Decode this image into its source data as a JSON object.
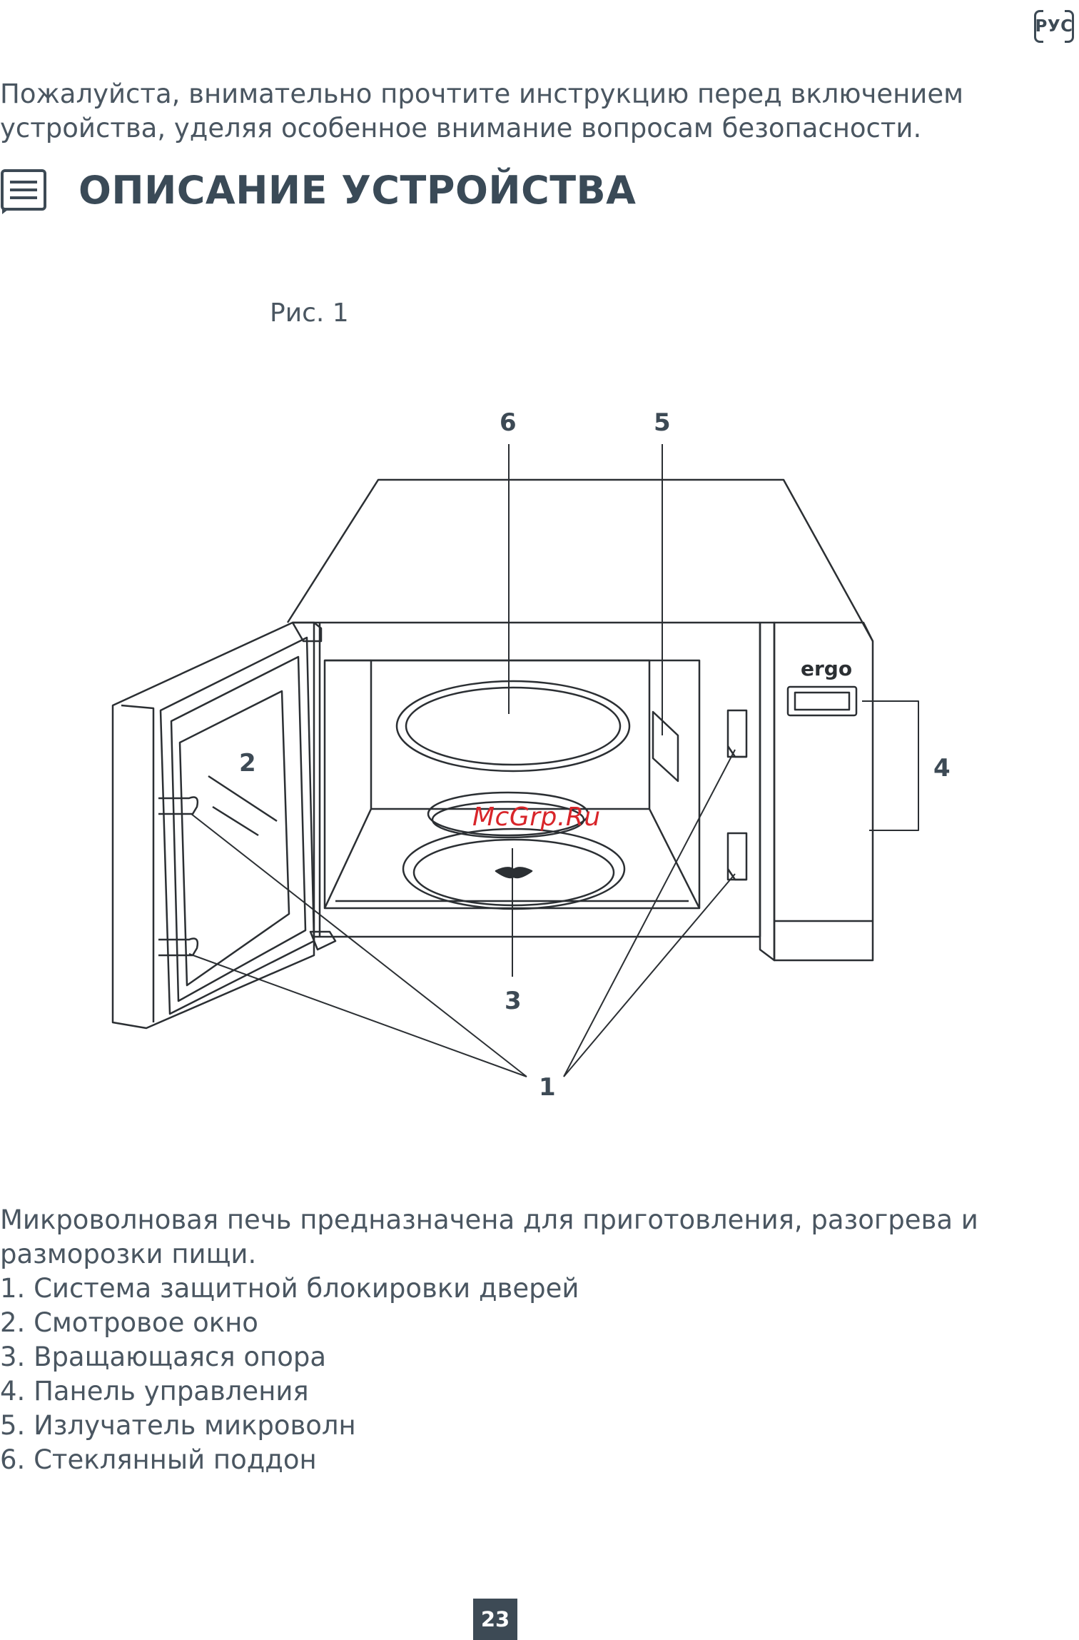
{
  "header": {
    "lang": "РУС"
  },
  "intro": "Пожалуйста, внимательно прочтите инструкцию перед включением устройства, уделяя особенное внимание вопросам безопасности.",
  "section": {
    "title": "ОПИСАНИЕ УСТРОЙСТВА",
    "icon": "document-icon"
  },
  "figure": {
    "caption": "Рис. 1",
    "brand": "ergo",
    "callouts": [
      "1",
      "2",
      "3",
      "4",
      "5",
      "6"
    ],
    "watermark": "McGrp.Ru"
  },
  "description": {
    "text": "Микроволновая печь предназначена для приготовления, разогрева и разморозки пищи.",
    "parts": [
      "1. Система защитной блокировки дверей",
      "2. Смотровое окно",
      "3. Вращающаяся опора",
      "4. Панель управления",
      "5. Излучатель микроволн",
      "6. Стеклянный поддон"
    ]
  },
  "footer": {
    "page": "23"
  },
  "colors": {
    "text": "#3d4a55",
    "watermark": "#d8252a"
  }
}
